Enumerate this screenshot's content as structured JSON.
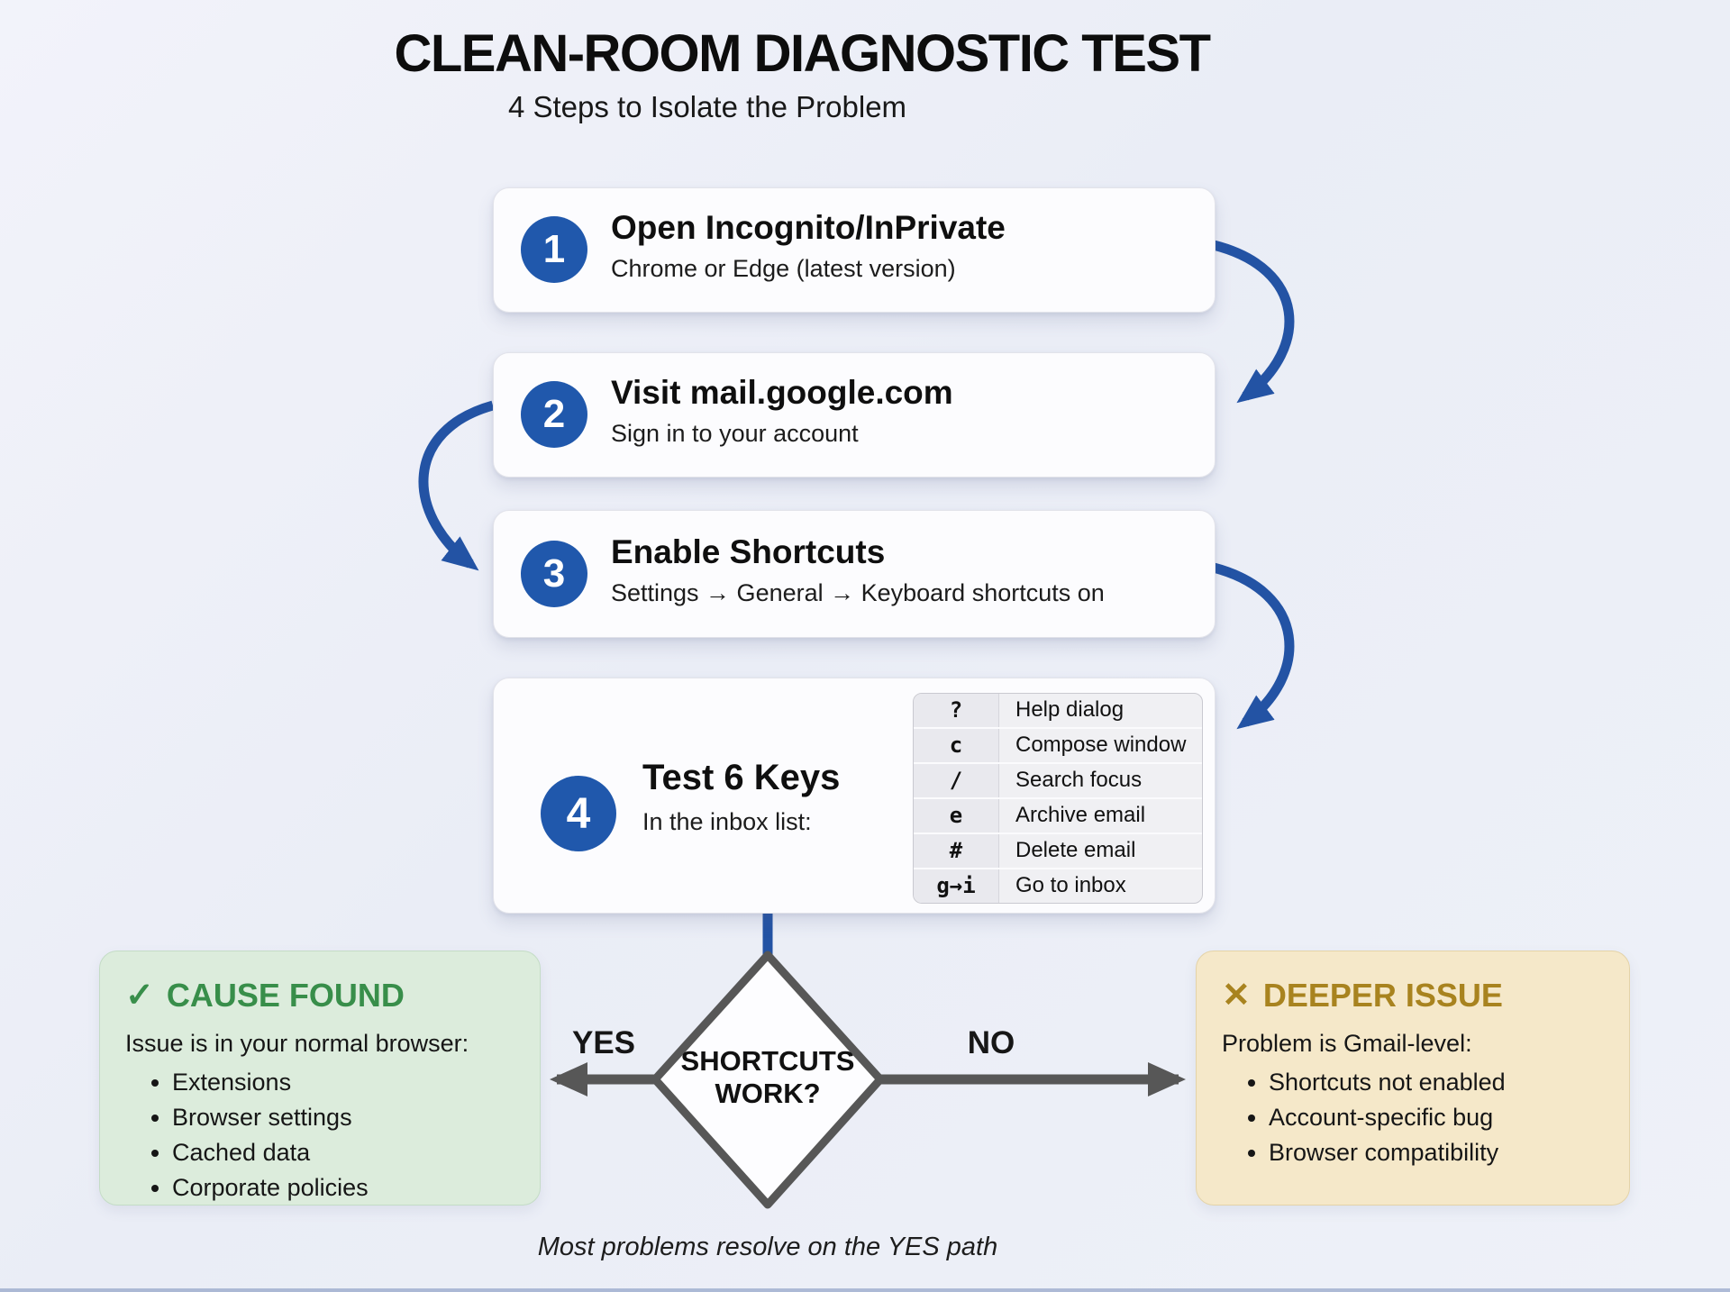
{
  "page": {
    "title": "CLEAN-ROOM DIAGNOSTIC TEST",
    "subtitle": "4 Steps to Isolate the Problem",
    "footnote": "Most problems resolve on the YES path"
  },
  "steps": [
    {
      "number": "1",
      "title": "Open Incognito/InPrivate",
      "subtitle": "Chrome or Edge (latest version)"
    },
    {
      "number": "2",
      "title": "Visit mail.google.com",
      "subtitle": "Sign in to your account"
    },
    {
      "number": "3",
      "title": "Enable Shortcuts",
      "subtitle": "Settings → General → Keyboard shortcuts on"
    },
    {
      "number": "4",
      "title": "Test 6 Keys",
      "subtitle": "In the inbox list:"
    }
  ],
  "shortcut_table": {
    "rows": [
      {
        "key": "?",
        "action": "Help dialog"
      },
      {
        "key": "c",
        "action": "Compose window"
      },
      {
        "key": "/",
        "action": "Search focus"
      },
      {
        "key": "e",
        "action": "Archive email"
      },
      {
        "key": "#",
        "action": "Delete email"
      },
      {
        "key": "g→i",
        "action": "Go to inbox"
      }
    ]
  },
  "decision": {
    "line1": "SHORTCUTS",
    "line2": "WORK?",
    "yes_label": "YES",
    "no_label": "NO"
  },
  "outcomes": {
    "yes": {
      "icon_glyph": "✓",
      "title": "CAUSE FOUND",
      "lead": "Issue is in your normal browser:",
      "bullets": [
        "Extensions",
        "Browser settings",
        "Cached data",
        "Corporate policies"
      ]
    },
    "no": {
      "icon_glyph": "✕",
      "title": "DEEPER ISSUE",
      "lead": "Problem is Gmail-level:",
      "bullets": [
        "Shortcuts not enabled",
        "Account-specific bug",
        "Browser compatibility"
      ]
    }
  },
  "colors": {
    "step_badge_blue": "#2058ac",
    "connector_blue": "#2353a4",
    "decision_gray": "#575757",
    "yes_title_green": "#388e4a",
    "yes_box_bg": "#dcecdc",
    "no_title_gold": "#a8831f",
    "no_box_bg": "#f5e8c9",
    "card_bg": "#fcfcfe",
    "page_bg": "#edeff7"
  }
}
